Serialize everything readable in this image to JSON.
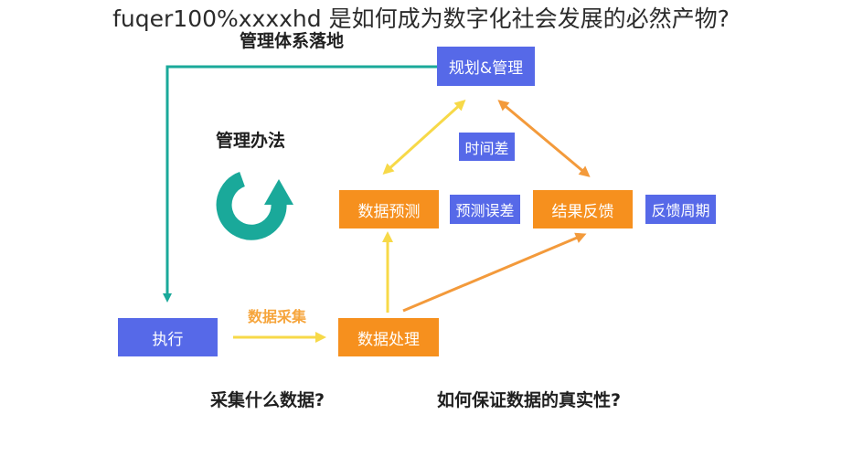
{
  "page": {
    "title": "fuqer100%xxxxhd 是如何成为数字化社会发展的必然产物?"
  },
  "diagram": {
    "heading_top": "管理体系落地",
    "heading_method": "管理办法",
    "nodes": {
      "planning": "规划&管理",
      "execute": "执行",
      "data_processing": "数据处理",
      "data_forecast": "数据预测",
      "result_feedback": "结果反馈"
    },
    "tags": {
      "time_gap": "时间差",
      "forecast_error": "预测误差",
      "feedback_cycle": "反馈周期"
    },
    "flow_labels": {
      "data_collection": "数据采集"
    },
    "questions": {
      "what_data": "采集什么数据?",
      "data_authenticity": "如何保证数据的真实性?"
    },
    "colors": {
      "teal": "#1aa99a",
      "blue_box": "#5669e8",
      "orange_box": "#f6901e",
      "yellow_arrow": "#f7d948",
      "orange_arrow": "#f39a3b"
    },
    "icons": {
      "cycle": "circular-arrow-icon"
    }
  }
}
